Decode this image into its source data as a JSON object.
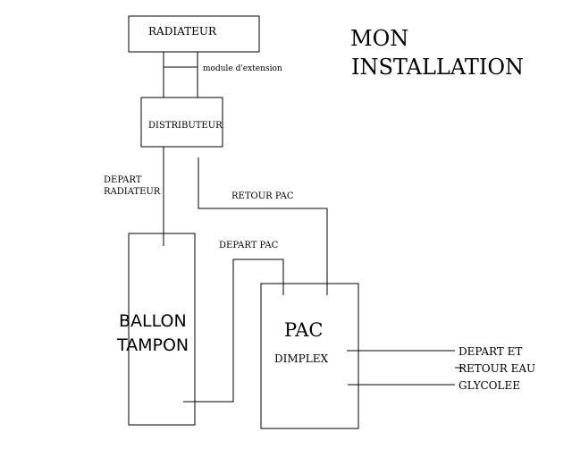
{
  "title": {
    "line1": "MON",
    "line2": "INSTALLATION"
  },
  "boxes": {
    "radiateur": "RADIATEUR",
    "distributeur": "DISTRIBUTEUR",
    "ballon_line1": "BALLON",
    "ballon_line2": "TAMPON",
    "pac": "PAC",
    "pac_brand": "DIMPLEX"
  },
  "labels": {
    "module": "module d'extension",
    "depart_radiateur_1": "DEPART",
    "depart_radiateur_2": "RADIATEUR",
    "retour_pac": "RETOUR PAC",
    "depart_pac": "DEPART PAC",
    "eau_1": "DEPART ET",
    "eau_2": "RETOUR EAU",
    "eau_3": "GLYCOLEE"
  }
}
